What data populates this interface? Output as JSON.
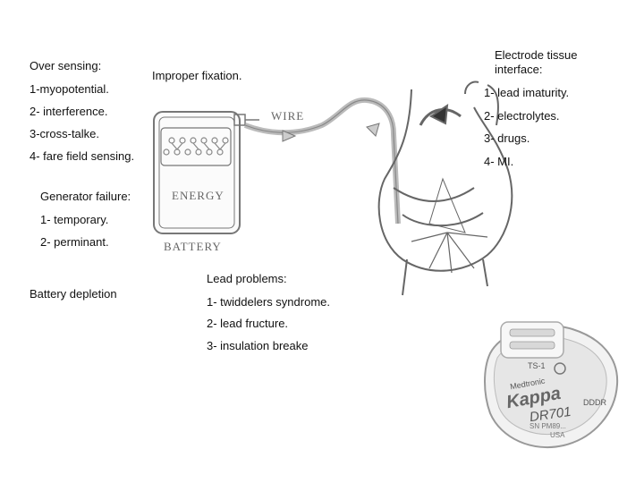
{
  "over_sensing": {
    "heading": "Over sensing:",
    "items": [
      "1-myopotential.",
      "2- interference.",
      "3-cross-talke.",
      "4- fare field sensing."
    ]
  },
  "improper_fixation": "Improper fixation.",
  "electrode_interface": {
    "heading_line1": "Electrode tissue",
    "heading_line2": "interface:",
    "items": [
      "1- lead imaturity.",
      "2- electrolytes.",
      "3- drugs.",
      "4- MI."
    ]
  },
  "generator_failure": {
    "heading": "Generator failure:",
    "items": [
      "1- temporary.",
      "2- perminant."
    ]
  },
  "battery_depletion": "Battery depletion",
  "lead_problems": {
    "heading": "Lead problems:",
    "items": [
      "1- twiddelers syndrome.",
      "2- lead fructure.",
      "3- insulation breake"
    ]
  },
  "diagram_labels": {
    "wire": "WIRE",
    "energy": "ENERGY",
    "battery": "BATTERY"
  },
  "device_labels": {
    "brand": "Medtronic",
    "model_name": "Kappa",
    "model_number": "DR701",
    "mode": "DDDR",
    "code": "TS-1",
    "sub": "SN PM89...",
    "bottom": "USA"
  }
}
